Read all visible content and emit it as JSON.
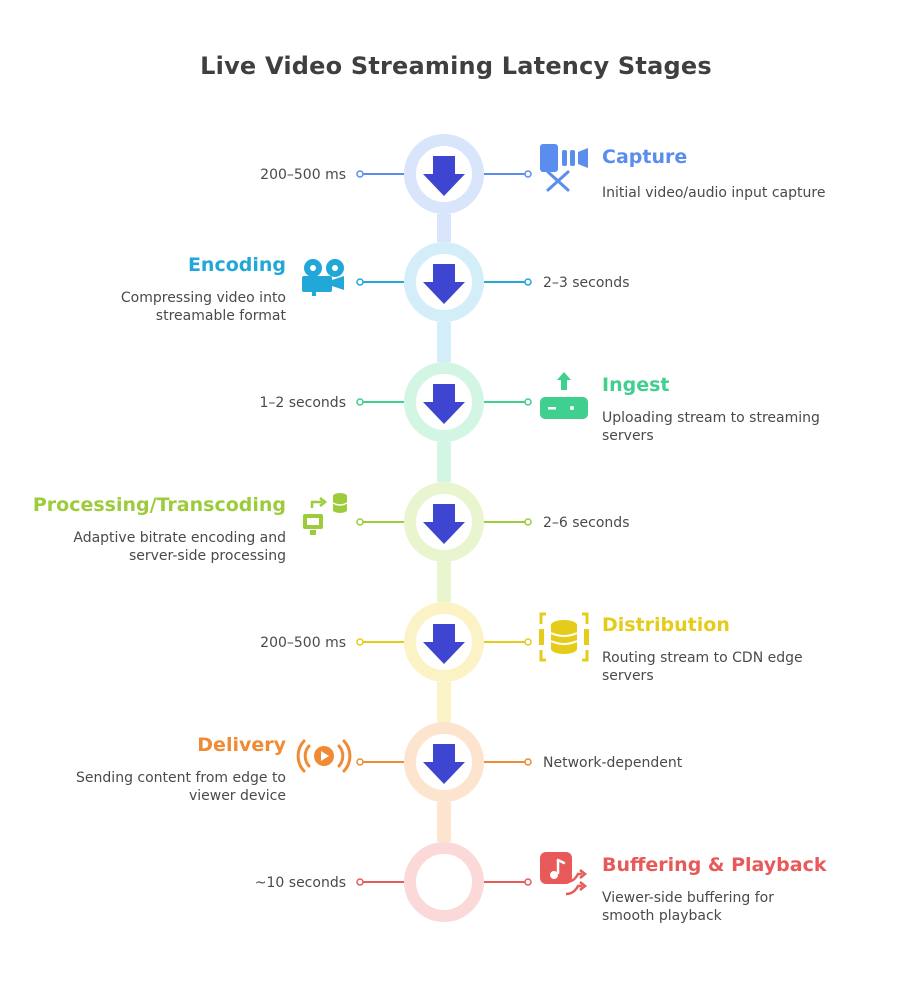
{
  "title": "Live Video Streaming Latency Stages",
  "stages": [
    {
      "name": "Capture",
      "description": "Initial video/audio input capture",
      "latency": "200–500 ms",
      "color": "#5b8def",
      "ring": "#d8e5fb",
      "icon": "video-camera-off-icon"
    },
    {
      "name": "Encoding",
      "description": "Compressing video into streamable format",
      "latency": "2–3 seconds",
      "color": "#22a8d8",
      "ring": "#d3eef9",
      "icon": "film-camera-icon"
    },
    {
      "name": "Ingest",
      "description": "Uploading stream to streaming servers",
      "latency": "1–2 seconds",
      "color": "#3fcf8e",
      "ring": "#d3f5e4",
      "icon": "upload-router-icon"
    },
    {
      "name": "Processing/Transcoding",
      "description": "Adaptive bitrate encoding and server-side processing",
      "latency": "2–6 seconds",
      "color": "#9ccc3c",
      "ring": "#e8f5cf",
      "icon": "server-transfer-icon"
    },
    {
      "name": "Distribution",
      "description": "Routing stream to CDN edge servers",
      "latency": "200–500 ms",
      "color": "#e6cc1a",
      "ring": "#fbf3c6",
      "icon": "database-network-icon"
    },
    {
      "name": "Delivery",
      "description": "Sending content from edge to viewer device",
      "latency": "Network-dependent",
      "color": "#ee8b34",
      "ring": "#fde4cf",
      "icon": "broadcast-play-icon"
    },
    {
      "name": "Buffering & Playback",
      "description": "Viewer-side buffering for smooth playback",
      "latency": "~10 seconds",
      "color": "#e85a5a",
      "ring": "#fbd9d9",
      "icon": "music-shuffle-icon"
    }
  ],
  "arrow_color": "#3d45d1"
}
